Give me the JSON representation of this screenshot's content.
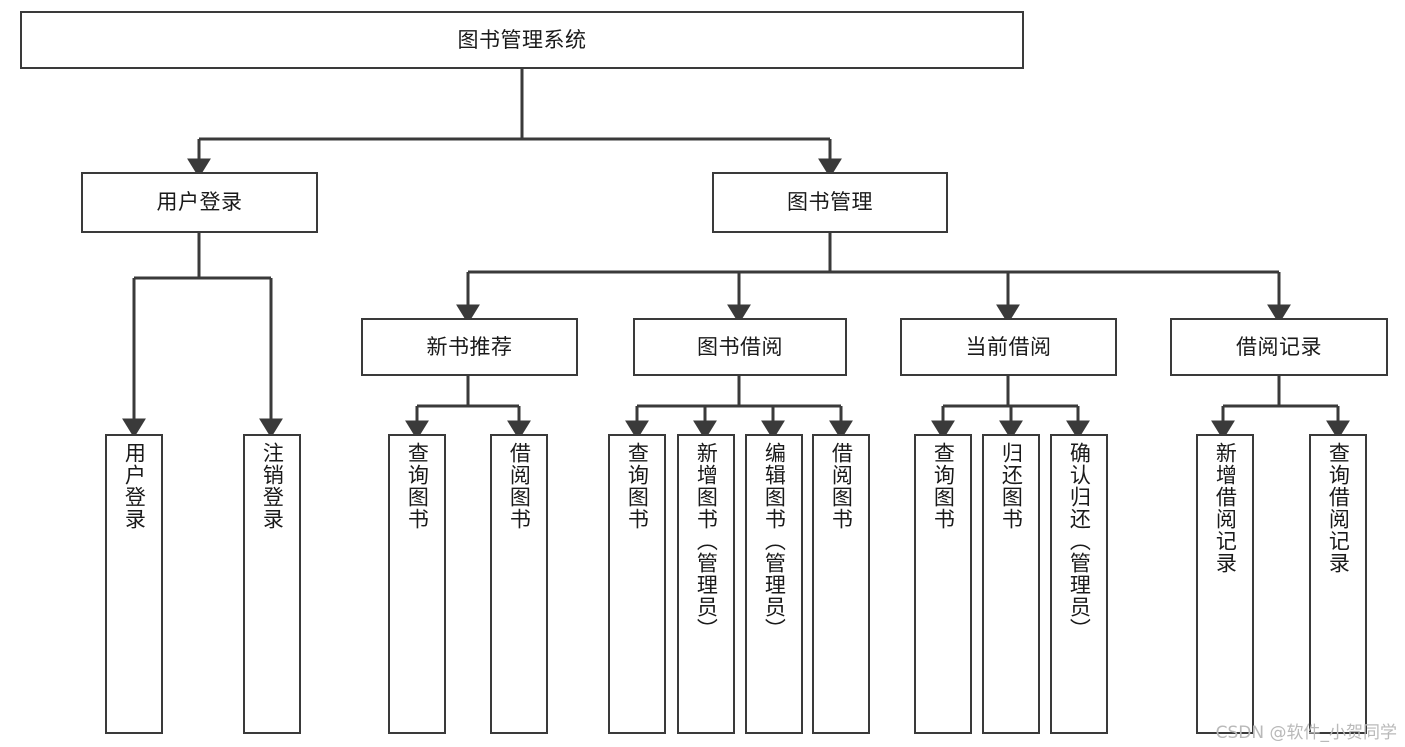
{
  "diagram": {
    "type": "tree-hierarchy-chart",
    "title": "图书管理系统",
    "background_color": "#ffffff",
    "border_color": "#3a3a3a",
    "text_color": "#1a1a1a",
    "root": {
      "id": "root",
      "label": "图书管理系统"
    },
    "level1": [
      {
        "id": "user-login",
        "label": "用户登录"
      },
      {
        "id": "book-manage",
        "label": "图书管理"
      }
    ],
    "level2": [
      {
        "id": "new-book-recommend",
        "label": "新书推荐",
        "parent": "book-manage"
      },
      {
        "id": "book-borrow",
        "label": "图书借阅",
        "parent": "book-manage"
      },
      {
        "id": "current-borrow",
        "label": "当前借阅",
        "parent": "book-manage"
      },
      {
        "id": "borrow-record",
        "label": "借阅记录",
        "parent": "book-manage"
      }
    ],
    "leaves": [
      {
        "id": "leaf-user-login",
        "label": "用户登录",
        "parent": "user-login"
      },
      {
        "id": "leaf-user-logout",
        "label": "注销登录",
        "parent": "user-login"
      },
      {
        "id": "leaf-query-book-1",
        "label": "查询图书",
        "parent": "new-book-recommend"
      },
      {
        "id": "leaf-borrow-book-1",
        "label": "借阅图书",
        "parent": "new-book-recommend"
      },
      {
        "id": "leaf-query-book-2",
        "label": "查询图书",
        "parent": "book-borrow"
      },
      {
        "id": "leaf-add-book",
        "label": "新增图书（管理员）",
        "parent": "book-borrow"
      },
      {
        "id": "leaf-edit-book",
        "label": "编辑图书（管理员）",
        "parent": "book-borrow"
      },
      {
        "id": "leaf-borrow-book-2",
        "label": "借阅图书",
        "parent": "book-borrow"
      },
      {
        "id": "leaf-query-book-3",
        "label": "查询图书",
        "parent": "current-borrow"
      },
      {
        "id": "leaf-return-book",
        "label": "归还图书",
        "parent": "current-borrow"
      },
      {
        "id": "leaf-confirm-return",
        "label": "确认归还（管理员）",
        "parent": "current-borrow"
      },
      {
        "id": "leaf-add-record",
        "label": "新增借阅记录",
        "parent": "borrow-record"
      },
      {
        "id": "leaf-query-record",
        "label": "查询借阅记录",
        "parent": "borrow-record"
      }
    ]
  },
  "watermark": {
    "text": "CSDN @软件_小贺同学",
    "color": "#b9b9b9"
  }
}
